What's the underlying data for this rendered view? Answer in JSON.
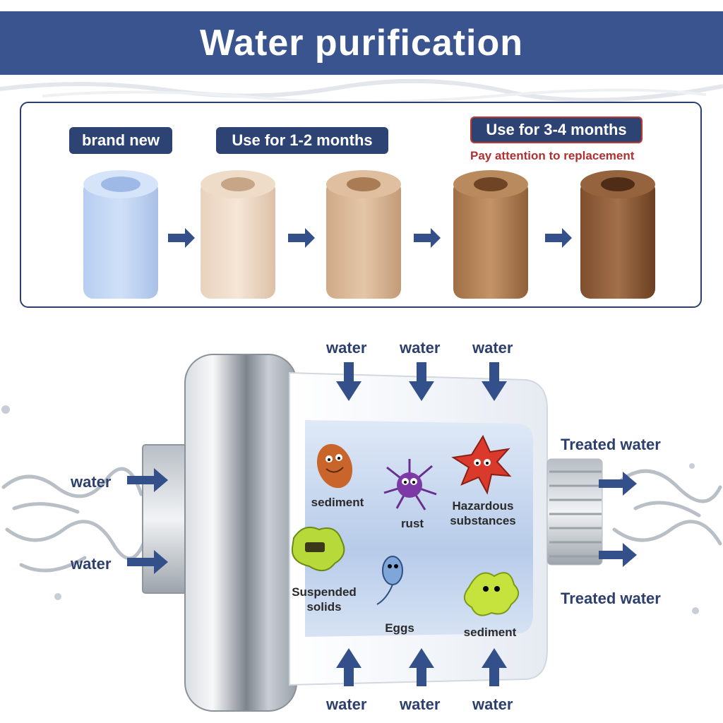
{
  "title": "Water purification",
  "stages": {
    "brand_new": "brand new",
    "months_1_2": "Use for 1-2 months",
    "months_3_4": "Use for 3-4 months",
    "replacement_note": "Pay attention to replacement"
  },
  "flow": {
    "water_label": "water",
    "treated_label": "Treated water"
  },
  "contaminants": {
    "sediment_1": "sediment",
    "rust": "rust",
    "hazardous": "Hazardous\nsubstances",
    "suspended": "Suspended\nsolids",
    "eggs": "Eggs",
    "sediment_2": "sediment"
  },
  "colors": {
    "banner": "#3a5490",
    "tag": "#2d4373",
    "warning": "#c0392b",
    "arrow": "#34508a"
  }
}
